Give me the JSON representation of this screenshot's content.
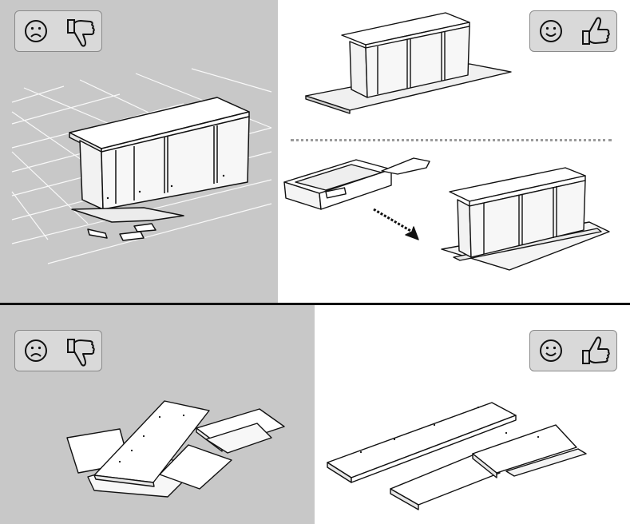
{
  "page": {
    "title": ""
  },
  "panels": [
    {
      "id": "top-left",
      "verdict": "incorrect",
      "face_icon": "sad-face-icon",
      "hand_icon": "thumbs-down-icon",
      "background": "#c8c8c8"
    },
    {
      "id": "top-right",
      "verdict": "correct",
      "face_icon": "happy-face-icon",
      "hand_icon": "thumbs-up-icon",
      "background": "#ffffff"
    },
    {
      "id": "bottom-left",
      "verdict": "incorrect",
      "face_icon": "sad-face-icon",
      "hand_icon": "thumbs-down-icon",
      "background": "#c8c8c8"
    },
    {
      "id": "bottom-right",
      "verdict": "correct",
      "face_icon": "happy-face-icon",
      "hand_icon": "thumbs-up-icon",
      "background": "#ffffff"
    }
  ],
  "colors": {
    "badge_fill": "#d9d9d9",
    "badge_border": "#8a8a8a",
    "line": "#111111",
    "gray_panel": "#c8c8c8"
  }
}
